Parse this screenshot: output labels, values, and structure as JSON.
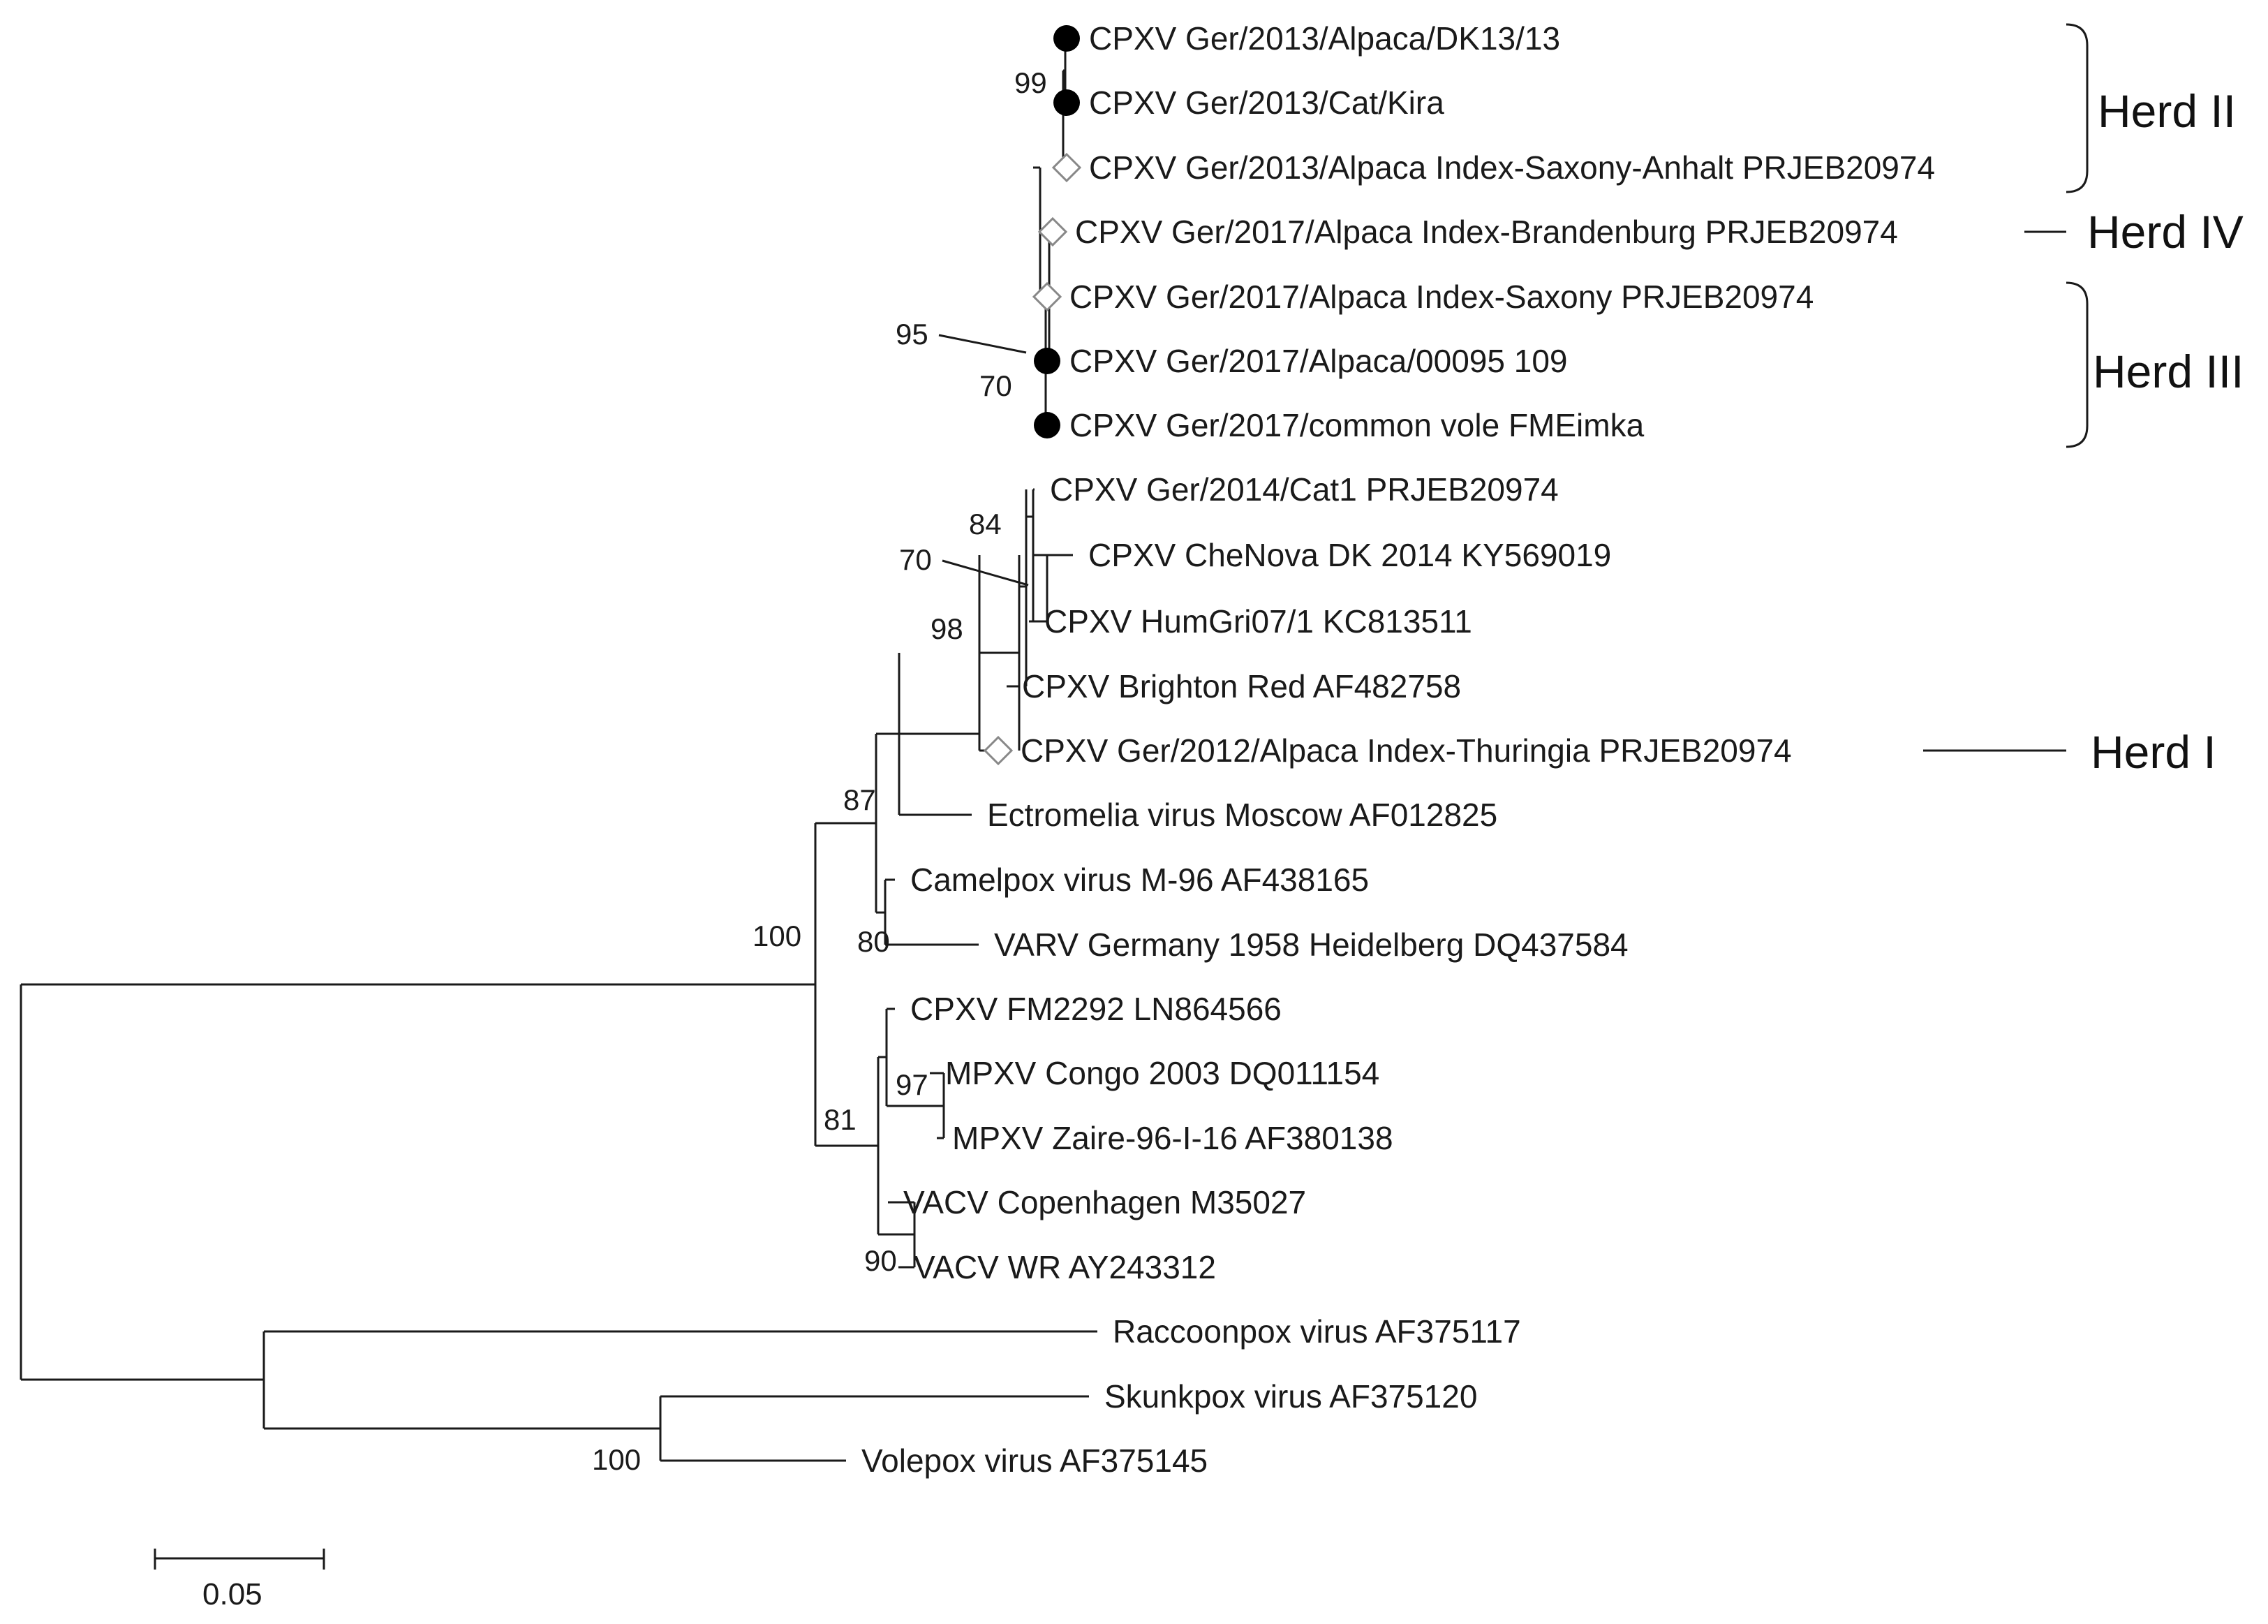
{
  "legend_marker_colors": {
    "filled_circle": "#000000",
    "open_diamond": "#888888"
  },
  "taxa": [
    {
      "label": "CPXV Ger/2013/Alpaca/DK13/13",
      "marker": "circle"
    },
    {
      "label": "CPXV Ger/2013/Cat/Kira",
      "marker": "circle"
    },
    {
      "label": "CPXV Ger/2013/Alpaca Index-Saxony-Anhalt PRJEB20974",
      "marker": "diamond"
    },
    {
      "label": "CPXV Ger/2017/Alpaca Index-Brandenburg PRJEB20974",
      "marker": "diamond"
    },
    {
      "label": "CPXV Ger/2017/Alpaca Index-Saxony PRJEB20974",
      "marker": "diamond"
    },
    {
      "label": "CPXV Ger/2017/Alpaca/00095 109",
      "marker": "circle"
    },
    {
      "label": "CPXV Ger/2017/common vole FMEimka",
      "marker": "circle"
    },
    {
      "label": "CPXV Ger/2014/Cat1 PRJEB20974",
      "marker": ""
    },
    {
      "label": "CPXV CheNova DK 2014 KY569019",
      "marker": ""
    },
    {
      "label": "CPXV HumGri07/1 KC813511",
      "marker": ""
    },
    {
      "label": "CPXV Brighton Red AF482758",
      "marker": ""
    },
    {
      "label": "CPXV Ger/2012/Alpaca Index-Thuringia PRJEB20974",
      "marker": "diamond"
    },
    {
      "label": "Ectromelia virus Moscow AF012825",
      "marker": ""
    },
    {
      "label": "Camelpox virus M-96 AF438165",
      "marker": ""
    },
    {
      "label": "VARV Germany 1958 Heidelberg DQ437584",
      "marker": ""
    },
    {
      "label": "CPXV FM2292 LN864566",
      "marker": ""
    },
    {
      "label": "MPXV Congo 2003 DQ011154",
      "marker": ""
    },
    {
      "label": "MPXV Zaire-96-I-16 AF380138",
      "marker": ""
    },
    {
      "label": "VACV Copenhagen M35027",
      "marker": ""
    },
    {
      "label": "VACV WR AY243312",
      "marker": ""
    },
    {
      "label": "Raccoonpox virus AF375117",
      "marker": ""
    },
    {
      "label": "Skunkpox virus AF375120",
      "marker": ""
    },
    {
      "label": "Volepox virus AF375145",
      "marker": ""
    }
  ],
  "bootstrap": [
    "99",
    "95",
    "70",
    "84",
    "70",
    "98",
    "87",
    "100",
    "80",
    "97",
    "81",
    "90",
    "100"
  ],
  "herds": [
    {
      "label": "Herd II"
    },
    {
      "label": "Herd IV"
    },
    {
      "label": "Herd III"
    },
    {
      "label": "Herd I"
    }
  ],
  "scale_bar": {
    "label": "0.05",
    "value": 0.05
  }
}
